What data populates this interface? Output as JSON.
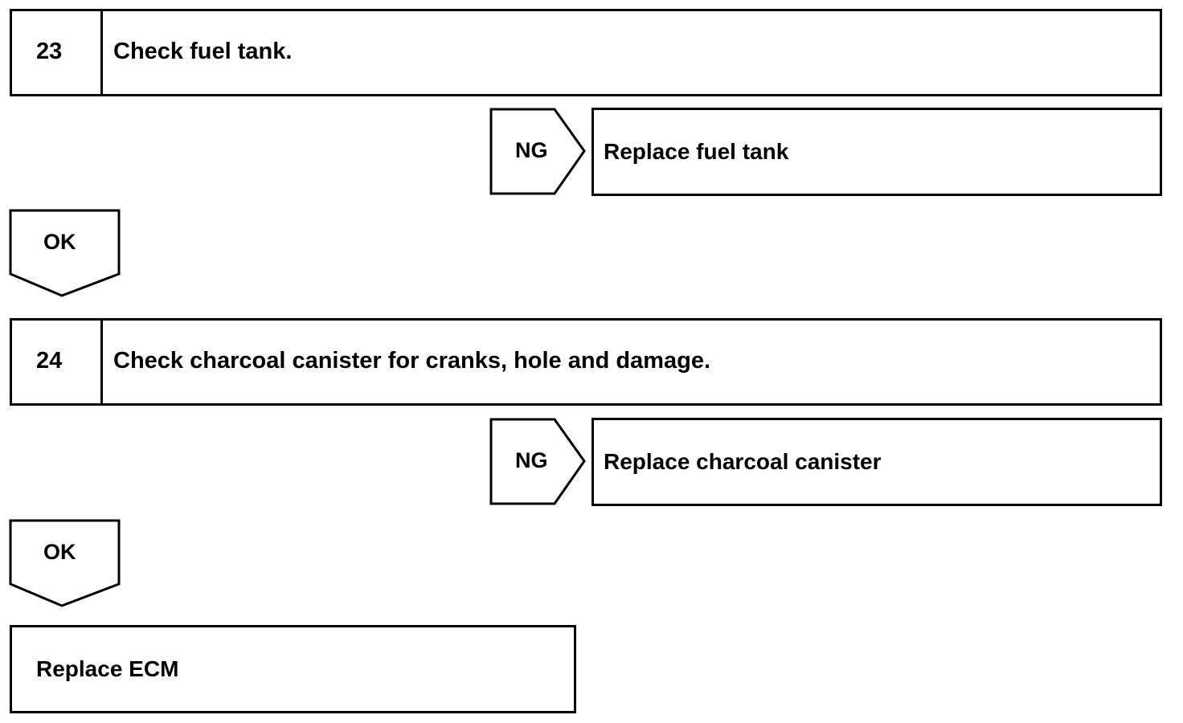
{
  "steps": [
    {
      "number": "23",
      "text": "Check fuel tank.",
      "ng_label": "NG",
      "ng_action": "Replace fuel tank",
      "ok_label": "OK"
    },
    {
      "number": "24",
      "text": "Check charcoal canister for cranks, hole and damage.",
      "ng_label": "NG",
      "ng_action": "Replace charcoal canister",
      "ok_label": "OK"
    }
  ],
  "final_action": "Replace ECM"
}
